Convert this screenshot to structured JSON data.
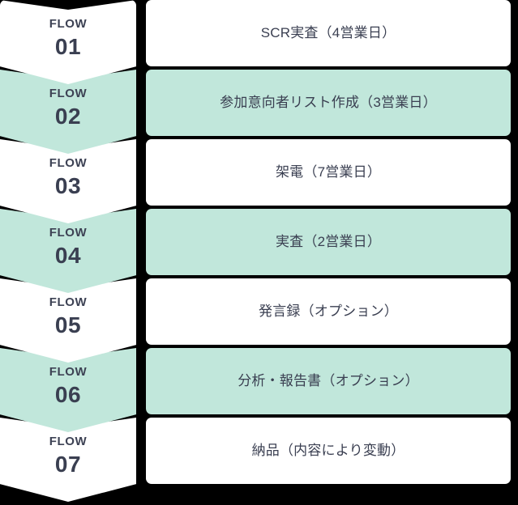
{
  "diagram": {
    "title": "Flow Steps",
    "background_color": "#000000",
    "tone_colors": {
      "light": "#ffffff",
      "mint": "#c1e7db"
    },
    "text_color": "#3a3f51",
    "rows": [
      {
        "flow_label": "FLOW",
        "flow_number": "01",
        "step_text": "SCR実査（4営業日）",
        "tone": "light"
      },
      {
        "flow_label": "FLOW",
        "flow_number": "02",
        "step_text": "参加意向者リスト作成（3営業日）",
        "tone": "mint"
      },
      {
        "flow_label": "FLOW",
        "flow_number": "03",
        "step_text": "架電（7営業日）",
        "tone": "light"
      },
      {
        "flow_label": "FLOW",
        "flow_number": "04",
        "step_text": "実査（2営業日）",
        "tone": "mint"
      },
      {
        "flow_label": "FLOW",
        "flow_number": "05",
        "step_text": "発言録（オプション）",
        "tone": "light"
      },
      {
        "flow_label": "FLOW",
        "flow_number": "06",
        "step_text": "分析・報告書（オプション）",
        "tone": "mint"
      },
      {
        "flow_label": "FLOW",
        "flow_number": "07",
        "step_text": "納品（内容により変動）",
        "tone": "light"
      }
    ]
  }
}
